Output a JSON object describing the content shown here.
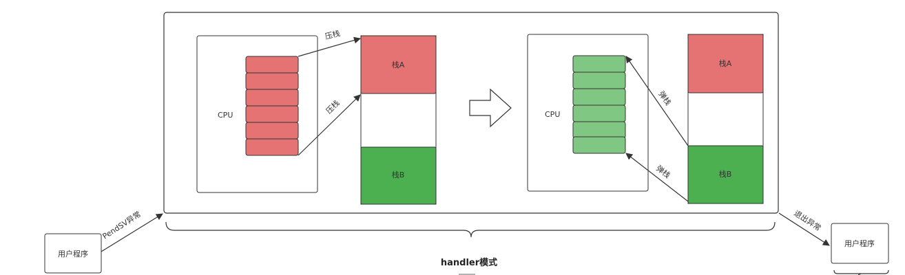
{
  "diagram": {
    "caption": "handler模式",
    "left_panel": {
      "cpu_label": "CPU",
      "stack_a": "栈A",
      "stack_b": "栈B",
      "push_top": "压栈",
      "push_bottom": "压栈"
    },
    "right_panel": {
      "cpu_label": "CPU",
      "stack_a": "栈A",
      "stack_b": "栈B",
      "pop_top": "弹栈",
      "pop_bottom": "弹栈"
    },
    "user_program_left": "用户程序",
    "user_program_right": "用户程序",
    "enter_label": "PendSV异常",
    "exit_label": "退出异常"
  },
  "colors": {
    "red_fill": "#e57373",
    "light_green_fill": "#81c784",
    "dark_green_fill": "#4caf50",
    "stroke": "#333333"
  }
}
